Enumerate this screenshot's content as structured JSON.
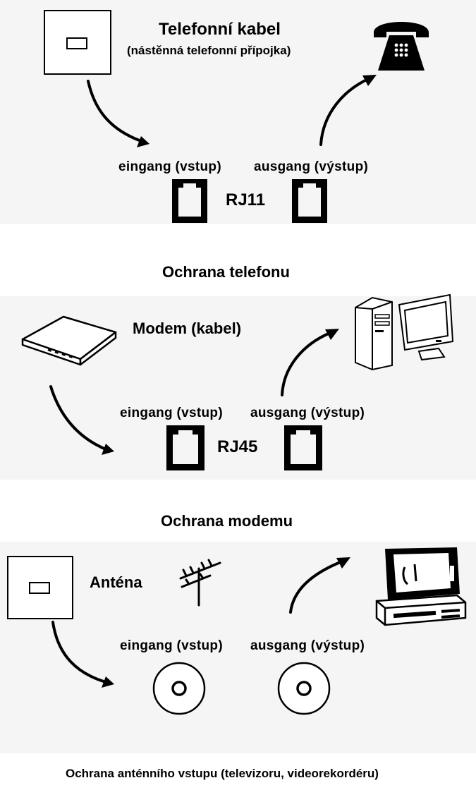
{
  "phone": {
    "title": "Telefonní kabel",
    "subtitle": "(nástěnná telefonní přípojka)",
    "input_label": "eingang (vstup)",
    "output_label": "ausgang (výstup)",
    "connector": "RJ11",
    "caption": "Ochrana telefonu"
  },
  "modem": {
    "title": "Modem (kabel)",
    "input_label": "eingang (vstup)",
    "output_label": "ausgang (výstup)",
    "connector": "RJ45",
    "caption": "Ochrana modemu"
  },
  "antenna": {
    "title": "Anténa",
    "input_label": "eingang (vstup)",
    "output_label": "ausgang (výstup)",
    "caption": "Ochrana anténního vstupu (televizoru, videorekordéru)"
  },
  "icons": [
    "wall-socket-icon",
    "telephone-icon",
    "rj11-jack-icon",
    "modem-icon",
    "computer-icon",
    "rj45-jack-icon",
    "antenna-icon",
    "television-icon",
    "coax-jack-icon",
    "arrow-icon"
  ]
}
